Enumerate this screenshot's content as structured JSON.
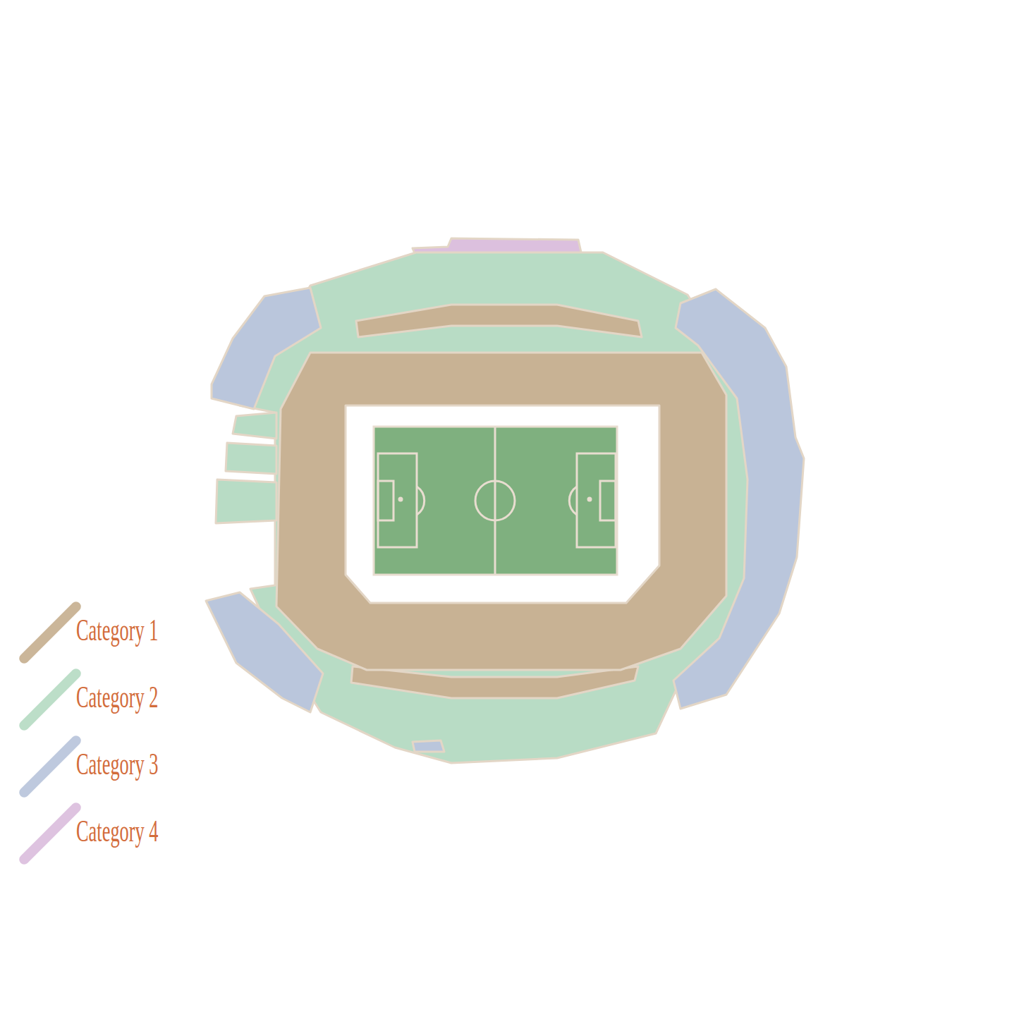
{
  "diagram": {
    "legend": [
      {
        "text": "Category 1",
        "color": "#c8b294"
      },
      {
        "text": "Category 2",
        "color": "#b8dcc5"
      },
      {
        "text": "Category 3",
        "color": "#bac6dc"
      },
      {
        "text": "Category 4",
        "color": "#dcc0de"
      }
    ]
  }
}
